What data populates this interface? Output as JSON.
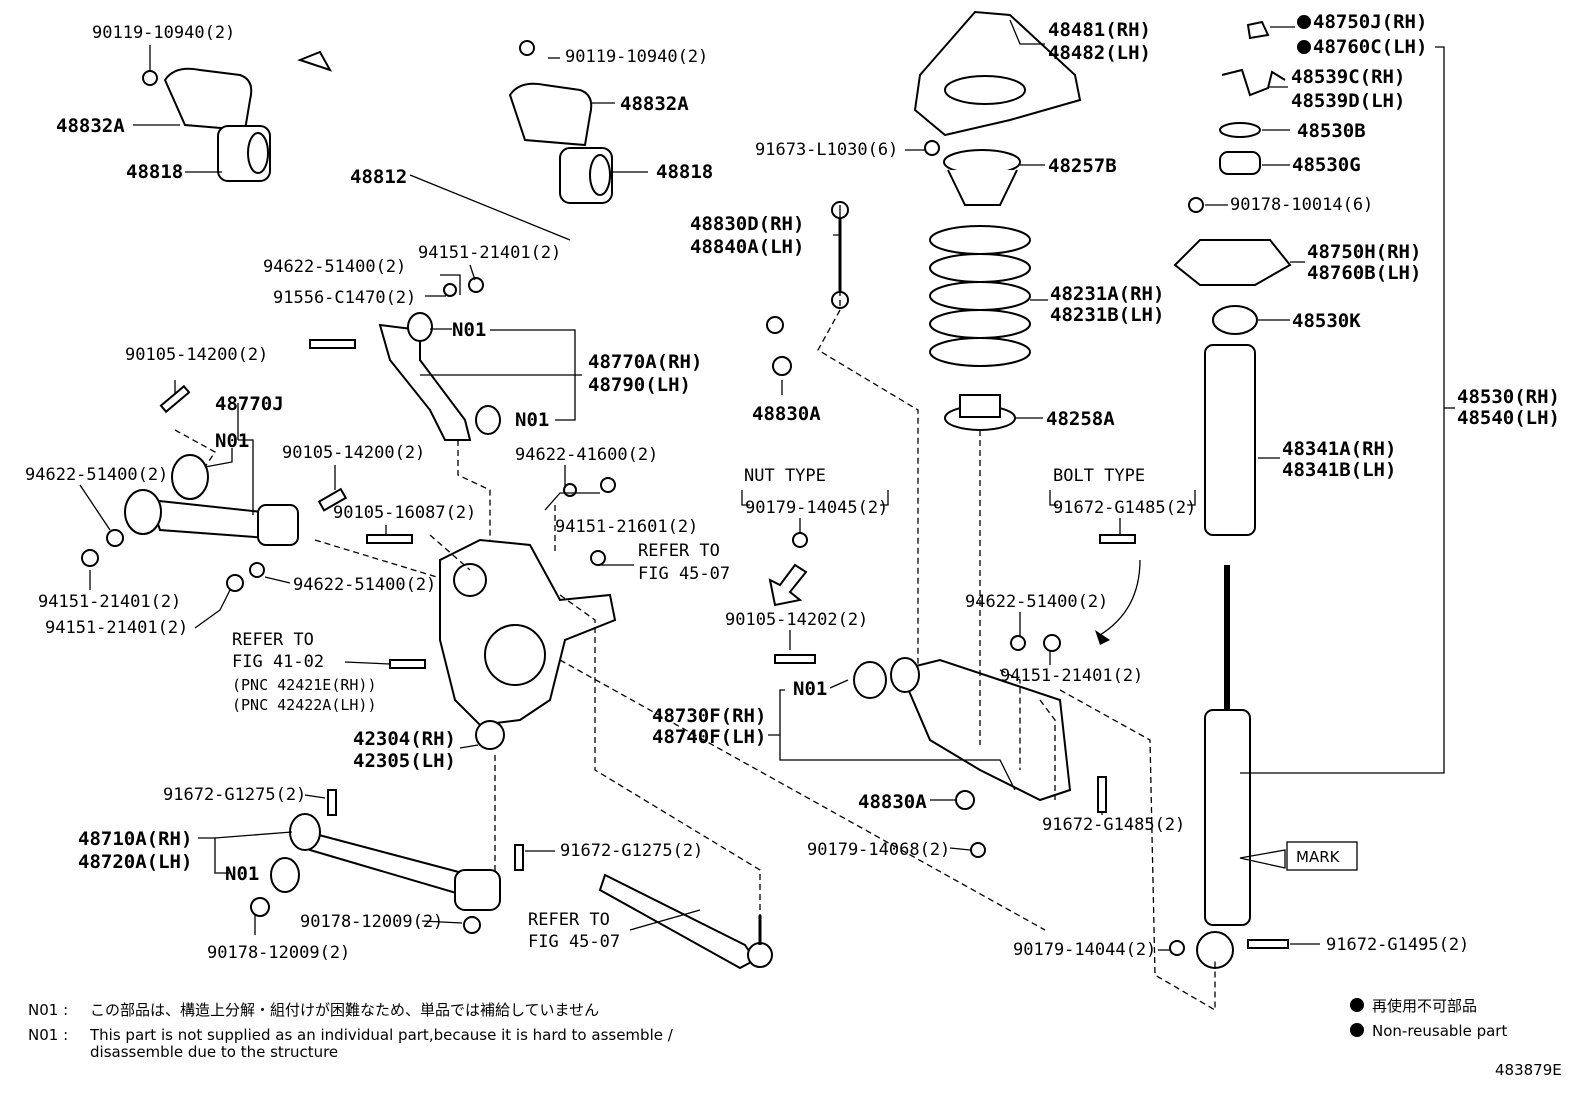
{
  "diagram": {
    "id": "483879E",
    "labels": {
      "bolt_90119_a": "90119-10940(2)",
      "bolt_90119_b": "90119-10940(2)",
      "bracket_48832a_l": "48832A",
      "bracket_48832a_r": "48832A",
      "bushing_48818_l": "48818",
      "bushing_48818_r": "48818",
      "stabilizer_48812": "48812",
      "link_rh": "48830D(RH)",
      "link_lh": "48840A(LH)",
      "nut_48830a_top": "48830A",
      "washer_94622_top": "94622-51400(2)",
      "nut_94151_top": "94151-21401(2)",
      "bolt_91556": "91556-C1470(2)",
      "arm_48770a_rh": "48770A(RH)",
      "arm_48790_lh": "48790(LH)",
      "n01_a": "N01",
      "n01_b": "N01",
      "bolt_90105_14200_a": "90105-14200(2)",
      "arm_48770j": "48770J",
      "n01_c": "N01",
      "washer_94622_left": "94622-51400(2)",
      "bolt_90105_14200_b": "90105-14200(2)",
      "bolt_90105_16087": "90105-16087(2)",
      "washer_94622_41600": "94622-41600(2)",
      "nut_94151_21601": "94151-21601(2)",
      "refer_45_07_a1": "REFER TO",
      "refer_45_07_a2": "FIG 45-07",
      "nut_94151_left_a": "94151-21401(2)",
      "nut_94151_left_b": "94151-21401(2)",
      "washer_94622_mid": "94622-51400(2)",
      "refer_41_02_1": "REFER TO",
      "refer_41_02_2": "FIG 41-02",
      "pnc_rh": "(PNC 42421E(RH))",
      "pnc_lh": "(PNC 42422A(LH))",
      "carrier_rh": "42304(RH)",
      "carrier_lh": "42305(LH)",
      "bolt_91672_g1275_a": "91672-G1275(2)",
      "arm_48710a_rh": "48710A(RH)",
      "arm_48720a_lh": "48720A(LH)",
      "n01_d": "N01",
      "nut_90178_a": "90178-12009(2)",
      "nut_90178_b": "90178-12009(2)",
      "bolt_91672_g1275_b": "91672-G1275(2)",
      "refer_45_07_b1": "REFER TO",
      "refer_45_07_b2": "FIG 45-07",
      "support_48481_rh": "48481(RH)",
      "support_48482_lh": "48482(LH)",
      "bolt_91673": "91673-L1030(6)",
      "insulator_48257b": "48257B",
      "spring_48231a_rh": "48231A(RH)",
      "spring_48231b_lh": "48231B(LH)",
      "insulator_48258a": "48258A",
      "nut_type": "NUT TYPE",
      "nut_90179_14045": "90179-14045(2)",
      "bolt_90105_14202": "90105-14202(2)",
      "n01_e": "N01",
      "arm_48730f_rh": "48730F(RH)",
      "arm_48740f_lh": "48740F(LH)",
      "nut_48830a_bottom": "48830A",
      "nut_90179_14068": "90179-14068(2)",
      "bolt_type": "BOLT TYPE",
      "bolt_91672_g1485_a": "91672-G1485(2)",
      "washer_94622_right": "94622-51400(2)",
      "nut_94151_right": "94151-21401(2)",
      "bolt_91672_g1485_b": "91672-G1485(2)",
      "nut_48750j_rh": "48750J(RH)",
      "nut_48760c_lh": "48760C(LH)",
      "bracket_48539c_rh": "48539C(RH)",
      "bracket_48539d_lh": "48539D(LH)",
      "washer_48530b": "48530B",
      "cushion_48530g": "48530G",
      "nut_90178_10014": "90178-10014(6)",
      "support_48750h_rh": "48750H(RH)",
      "support_48760b_lh": "48760B(LH)",
      "bumper_48530k": "48530K",
      "boot_48341a_rh": "48341A(RH)",
      "boot_48341b_lh": "48341B(LH)",
      "absorber_48530_rh": "48530(RH)",
      "absorber_48540_lh": "48540(LH)",
      "mark": "MARK",
      "nut_90179_14044": "90179-14044(2)",
      "bolt_91672_g1495": "91672-G1495(2)"
    },
    "notes": {
      "n01_prefix": "N01 :",
      "n01_ja": "この部品は、構造上分解・組付けが困難なため、単品では補給していません",
      "n01_en_1": "This part is not supplied as an individual part,because it is hard to assemble /",
      "n01_en_2": "disassemble due to the structure"
    },
    "legend": {
      "ja": "再使用不可部品",
      "en": "Non-reusable part"
    }
  }
}
